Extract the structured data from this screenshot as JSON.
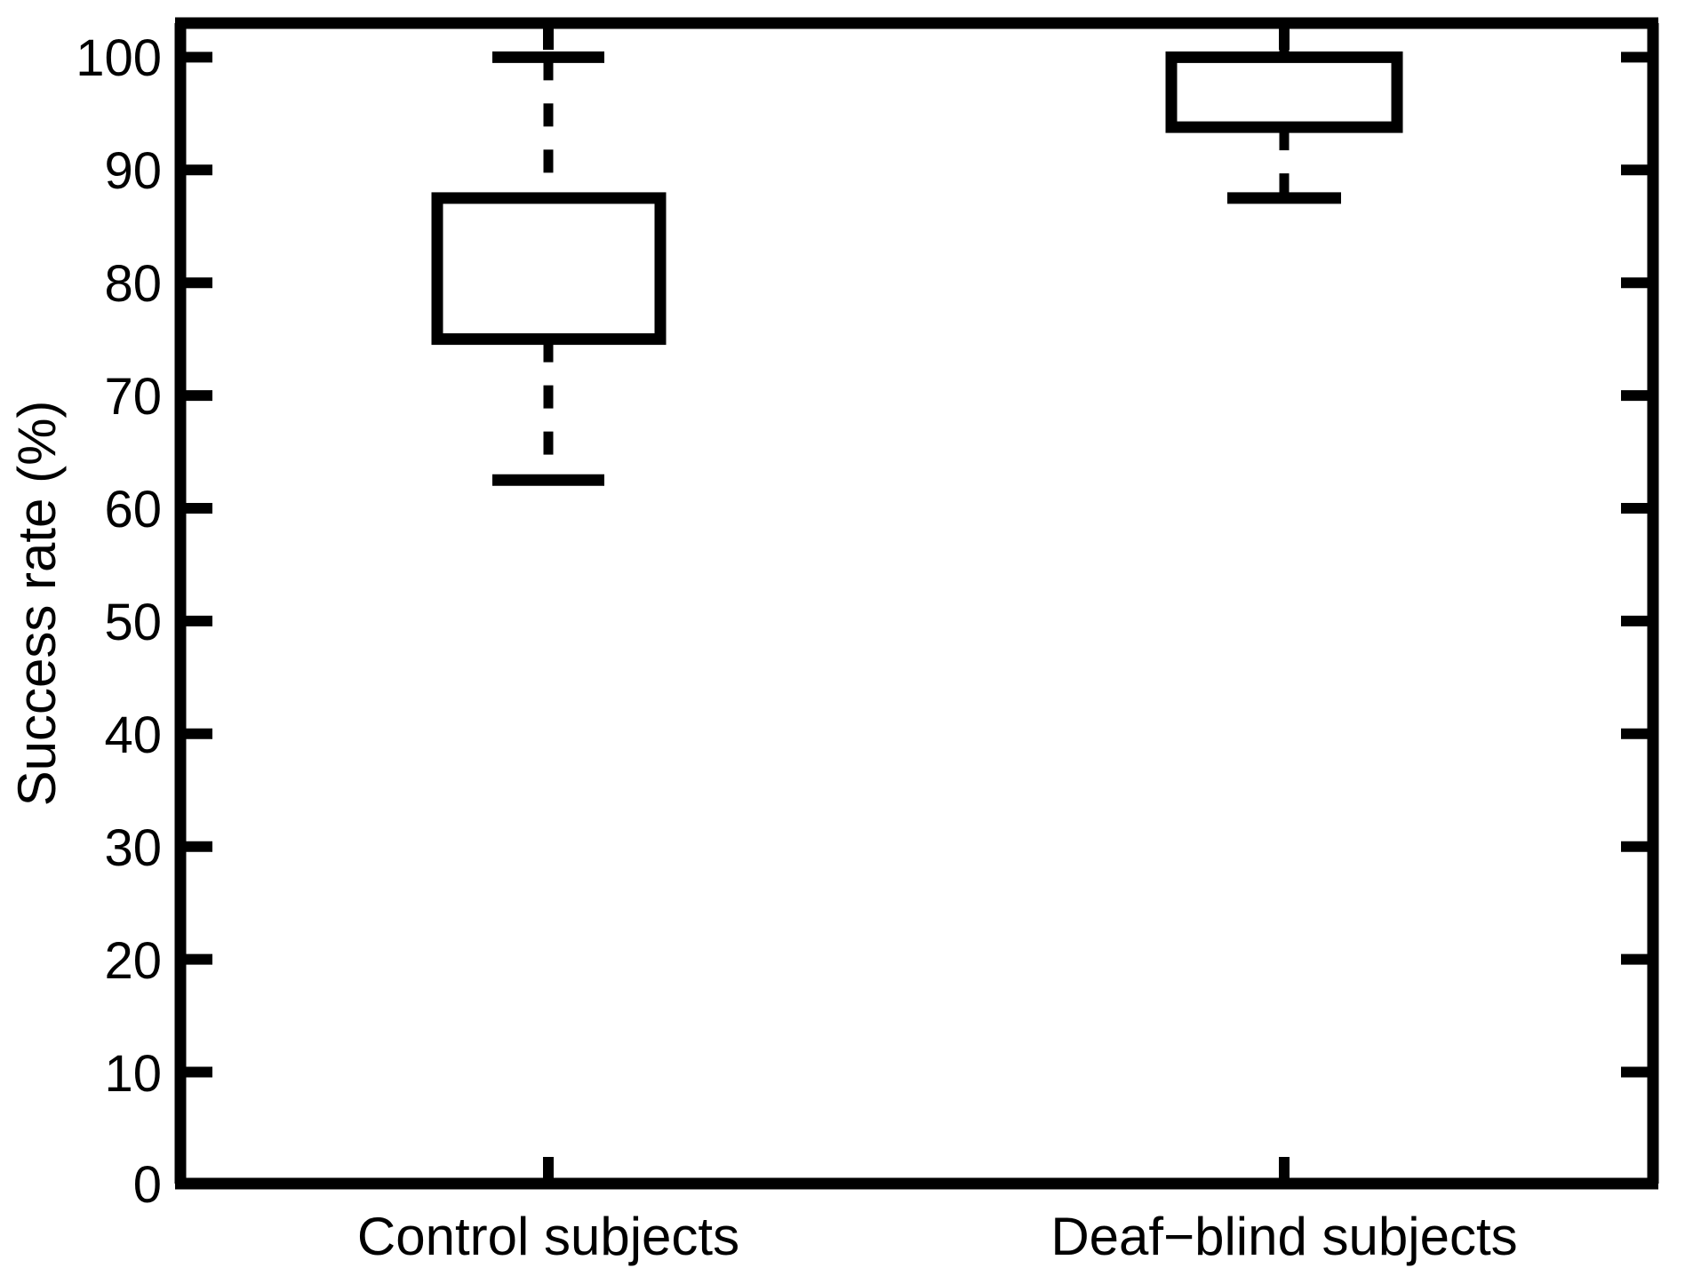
{
  "chart_data": {
    "type": "box",
    "title": "",
    "xlabel": "",
    "ylabel": "Success rate (%)",
    "ylim": [
      0,
      103.6
    ],
    "yticks": [
      0,
      10,
      20,
      30,
      40,
      50,
      60,
      70,
      80,
      90,
      100
    ],
    "ytick_labels": [
      "0",
      "10",
      "20",
      "30",
      "40",
      "50",
      "60",
      "70",
      "80",
      "90",
      "100"
    ],
    "categories": [
      "Control subjects",
      "Deaf−blind subjects"
    ],
    "grid": false,
    "legend": null,
    "box_color": "#000000",
    "line_color": "#000000",
    "fill_color": "#ffffff",
    "boxes": [
      {
        "name": "Control subjects",
        "whisker_low": 62.5,
        "q1": 75.0,
        "median": null,
        "q3": 87.5,
        "whisker_high": 100.0,
        "outliers": []
      },
      {
        "name": "Deaf−blind subjects",
        "whisker_low": 87.5,
        "q1": 93.5,
        "median": null,
        "q3": 100.0,
        "whisker_high": 100.0,
        "outliers": []
      }
    ]
  },
  "axes": {
    "y_tick_0": "0",
    "y_tick_10": "10",
    "y_tick_20": "20",
    "y_tick_30": "30",
    "y_tick_40": "40",
    "y_tick_50": "50",
    "y_tick_60": "60",
    "y_tick_70": "70",
    "y_tick_80": "80",
    "y_tick_90": "90",
    "y_tick_100": "100",
    "y_axis_title": "Success rate (%)",
    "x_tick_1": "Control subjects",
    "x_tick_2": "Deaf−blind subjects"
  }
}
